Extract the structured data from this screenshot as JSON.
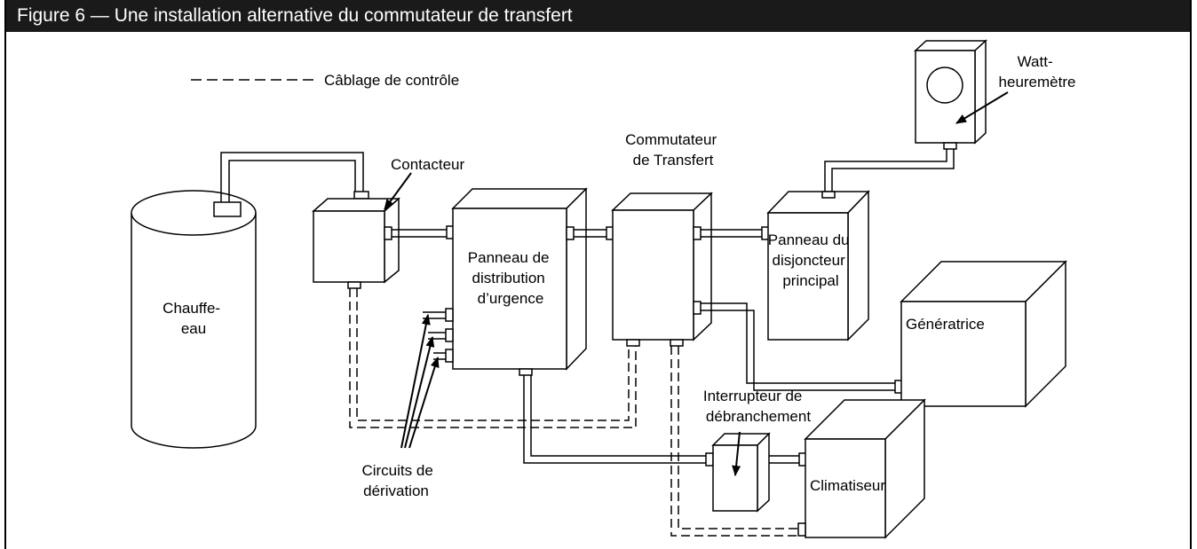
{
  "figure": {
    "title": "Figure 6 — Une installation alternative du commutateur de transfert"
  },
  "legend": {
    "dashed_label": "Câblage de contrôle"
  },
  "components": {
    "water_heater": {
      "line1": "Chauffe-",
      "line2": "eau"
    },
    "contactor": {
      "label": "Contacteur"
    },
    "emergency_panel": {
      "line1": "Panneau de",
      "line2": "distribution",
      "line3": "d’urgence"
    },
    "transfer_switch": {
      "line1": "Commutateur",
      "line2": "de Transfert"
    },
    "main_breaker_panel": {
      "line1": "Panneau du",
      "line2": "disjoncteur",
      "line3": "principal"
    },
    "watthour_meter": {
      "line1": "Watt-",
      "line2": "heuremètre"
    },
    "generator": {
      "label": "Génératrice"
    },
    "disconnect_switch": {
      "line1": "Interrupteur de",
      "line2": "débranchement"
    },
    "air_conditioner": {
      "label": "Climatiseur"
    },
    "branch_circuits": {
      "line1": "Circuits de",
      "line2": "dérivation"
    }
  }
}
